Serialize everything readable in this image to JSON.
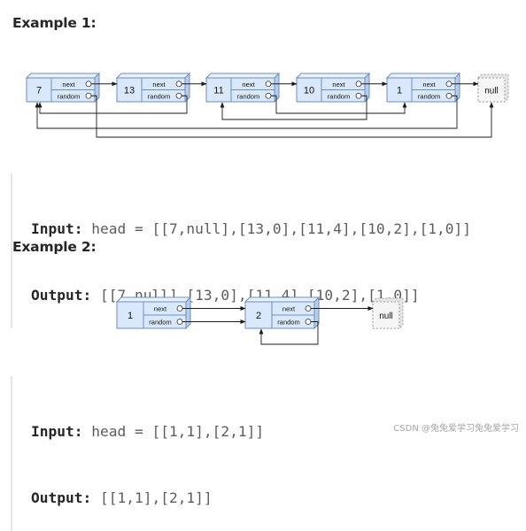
{
  "examples": [
    {
      "title": "Example 1:",
      "nodes": [
        {
          "val": "7",
          "next_label": "next",
          "random_label": "random"
        },
        {
          "val": "13",
          "next_label": "next",
          "random_label": "random"
        },
        {
          "val": "11",
          "next_label": "next",
          "random_label": "random"
        },
        {
          "val": "10",
          "next_label": "next",
          "random_label": "random"
        },
        {
          "val": "1",
          "next_label": "next",
          "random_label": "random"
        }
      ],
      "null_label": "null",
      "random_pointers": [
        "null",
        0,
        4,
        2,
        0
      ],
      "input_label": "Input:",
      "input_value": " head = [[7,null],[13,0],[11,4],[10,2],[1,0]]",
      "output_label": "Output:",
      "output_value": " [[7,null],[13,0],[11,4],[10,2],[1,0]]"
    },
    {
      "title": "Example 2:",
      "nodes": [
        {
          "val": "1",
          "next_label": "next",
          "random_label": "random"
        },
        {
          "val": "2",
          "next_label": "next",
          "random_label": "random"
        }
      ],
      "null_label": "null",
      "random_pointers": [
        1,
        1
      ],
      "input_label": "Input:",
      "input_value": " head = [[1,1],[2,1]]",
      "output_label": "Output:",
      "output_value": " [[1,1],[2,1]]"
    }
  ],
  "watermark": "CSDN @兔兔爱学习兔兔爱学习",
  "colors": {
    "node_fill": "#dae8fc",
    "node_top": "#e9f1fd",
    "node_side": "#b9cde9",
    "node_stroke": "#6c8ebf",
    "null_fill": "#f5f5f5",
    "null_stroke": "#888888",
    "arrow": "#1a1a1a"
  }
}
